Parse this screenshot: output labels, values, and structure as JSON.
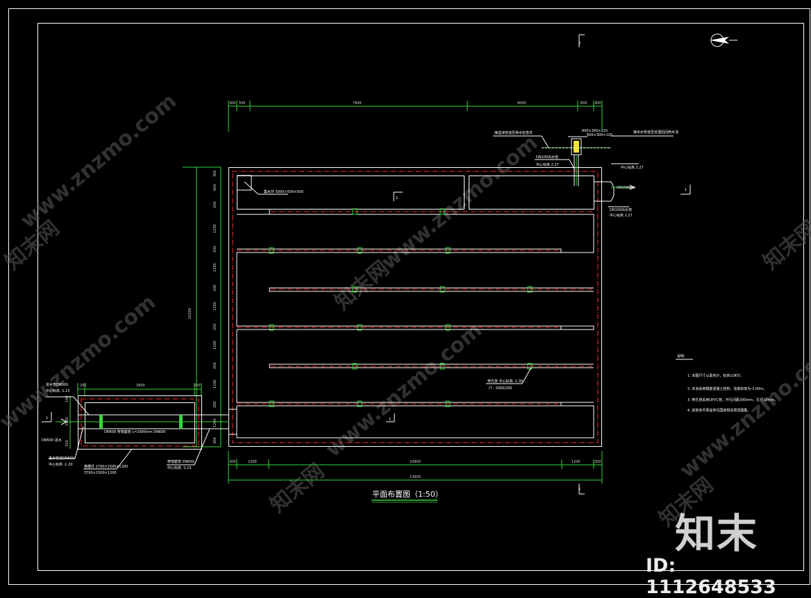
{
  "drawing": {
    "section_mark": "1",
    "section_mark_2": "2",
    "plan_title": "平面布置图（1:50）",
    "dims_top": [
      "300",
      "500",
      "7900",
      "4000",
      "600",
      "300"
    ],
    "dims_bottom": [
      "300",
      "1200",
      "10600",
      "1200",
      "300"
    ],
    "dim_total": "13600",
    "dims_left": [
      "300",
      "600",
      "200",
      "1200",
      "200",
      "1200",
      "200",
      "1200",
      "200",
      "1200",
      "200",
      "1200",
      "200",
      "1200",
      "300"
    ],
    "dim_left_total": "10200",
    "inlet_dims": [
      "250",
      "3900",
      "250"
    ],
    "inlet_vert_dims": [
      "150",
      "1500",
      "150"
    ],
    "labels": {
      "corner_tank": "集水井 5000×500×500",
      "outlet_top": "600×300×120",
      "outlet_top_right": "接出水管道至处理后回用水池",
      "outlet_left": "接溢流管道至排水检查井",
      "outlet_elev": "中心标高 2.27",
      "outlet_pipe": "DN100出水管",
      "outlet_pipe_right": "DN100出水",
      "channel": "穿孔管 中心标高 -1.30",
      "channel_2": "I7 - 2000/200",
      "inlet_left": "进水管DN600",
      "inlet_left_elev": "中心标高 -1.15",
      "inlet_pipe": "DN600 穿墙套管 L=2900mm DN600",
      "inlet_dn": "DN500 进水",
      "inlet_bottom_left": "进水管道DN600",
      "inlet_bottom_left_elev": "中心标高 -1.20",
      "inlet_bottom": "格栅井 1700×1500×1200",
      "inlet_bottom_elev": "3700×1500×1200",
      "inlet_right": "穿墙套管 DN600",
      "inlet_right_elev": "中心标高 -1.15"
    },
    "notes_title": "说明:",
    "notes": [
      "1. 本图尺寸以毫米计，标高以米计。",
      "2. 本池采用钢筋混凝土结构，池底标高为-3.00m。",
      "3. 穿孔管采用UPVC管，开孔间距200mm，孔径10mm。",
      "4. 其他未尽事宜参见国家相关规范图集。"
    ]
  },
  "watermark": {
    "repeat_text": "www.znzmo.com",
    "brand_text": "知末网",
    "big_brand": "知末",
    "id_text": "ID: 1112648533"
  },
  "colors": {
    "background": "#000000",
    "frame": "#ffffff",
    "dimension": "#35d63a",
    "wall_dash": "#ff2e2e",
    "pipe": "#ffffff",
    "label": "#ffffff",
    "marker": "#f2e534",
    "watermark": "#575757"
  }
}
